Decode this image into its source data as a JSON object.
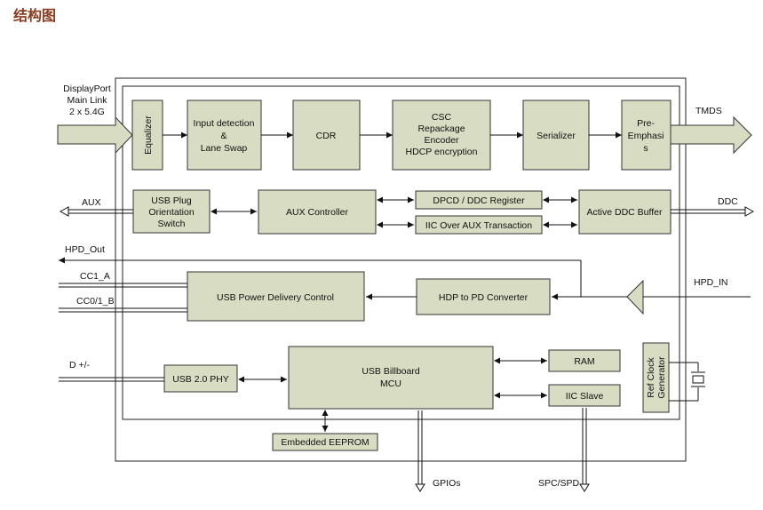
{
  "title": "结构图",
  "external_labels": {
    "displayport": [
      "DisplayPort",
      "Main Link",
      "2 x 5.4G"
    ],
    "tmds": "TMDS",
    "aux": "AUX",
    "ddc": "DDC",
    "hpd_out": "HPD_Out",
    "cc1_a": "CC1_A",
    "cc0_1_b": "CC0/1_B",
    "hpd_in": "HPD_IN",
    "d_pm": "D +/-",
    "gpios": "GPIOs",
    "spc_spd": "SPC/SPD"
  },
  "blocks": {
    "equalizer": "Equalizer",
    "input_detection": [
      "Input detection",
      "&",
      "Lane Swap"
    ],
    "cdr": "CDR",
    "csc": [
      "CSC",
      "Repackage",
      "Encoder",
      "HDCP encryption"
    ],
    "serializer": "Serializer",
    "pre_emphasis": [
      "Pre-",
      "Emphasi",
      "s"
    ],
    "usb_plug": [
      "USB Plug",
      "Orientation",
      "Switch"
    ],
    "aux_controller": "AUX Controller",
    "dpcd_ddc": "DPCD / DDC Register",
    "iic_over_aux": "IIC Over AUX Transaction",
    "active_ddc": "Active DDC Buffer",
    "usb_pd_control": "USB Power Delivery Control",
    "hdp_to_pd": "HDP to PD Converter",
    "usb_phy": "USB 2.0 PHY",
    "billboard": [
      "USB Billboard",
      "MCU"
    ],
    "ram": "RAM",
    "iic_slave": "IIC Slave",
    "ref_clock": [
      "Ref Clock",
      "Generator"
    ],
    "eeprom": "Embedded EEPROM"
  },
  "colors": {
    "block_fill": "#d8dcc2",
    "title": "#8a3a1d"
  }
}
